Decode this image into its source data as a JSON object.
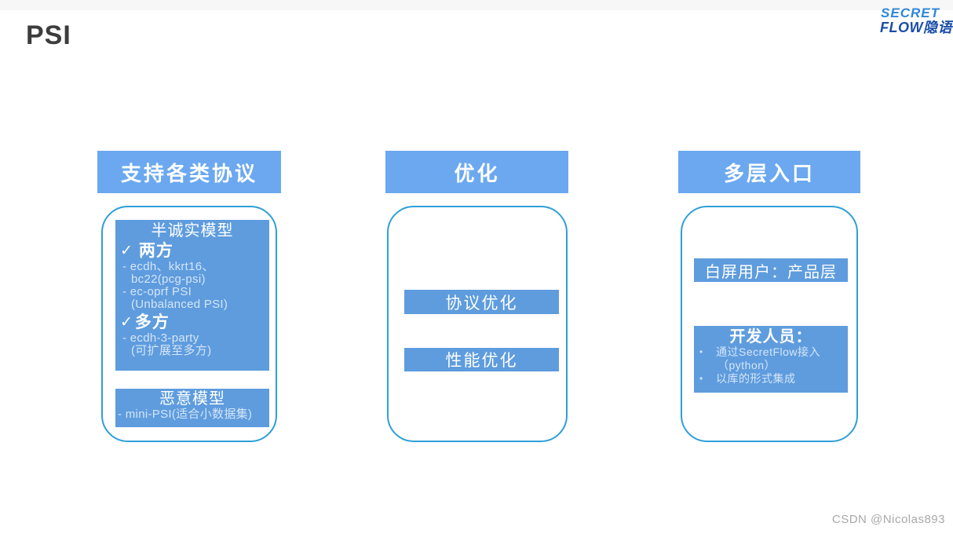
{
  "page": {
    "title": "PSI",
    "watermark": "CSDN @Nicolas893"
  },
  "logo": {
    "secret": "SECRET",
    "flow": "FLOW",
    "cn": "隐语"
  },
  "colors": {
    "header_bg": "#6BA8F0",
    "box_bg": "#5E9CDE",
    "panel_border": "#2E9FD8",
    "light_text": "#D5E5F7"
  },
  "columns": [
    {
      "header": "支持各类协议",
      "semi_honest": {
        "title": "半诚实模型",
        "two_party": {
          "check": "✓",
          "label": "两方",
          "lines": [
            "- ecdh、kkrt16、",
            "bc22(pcg-psi)",
            "- ec-oprf PSI",
            "(Unbalanced PSI)"
          ]
        },
        "multi_party": {
          "check": "✓",
          "label": "多方",
          "lines": [
            "- ecdh-3-party",
            "(可扩展至多方)"
          ]
        }
      },
      "malicious": {
        "title": "恶意模型",
        "line": "- mini-PSI(适合小数据集)"
      }
    },
    {
      "header": "优化",
      "bars": [
        "协议优化",
        "性能优化"
      ]
    },
    {
      "header": "多层入口",
      "product_bar": "白屏用户：产品层",
      "developer": {
        "title": "开发人员：",
        "bullet": "•",
        "item1_line1": "通过SecretFlow接入",
        "item1_line2": "（python）",
        "item2": "以库的形式集成"
      }
    }
  ]
}
